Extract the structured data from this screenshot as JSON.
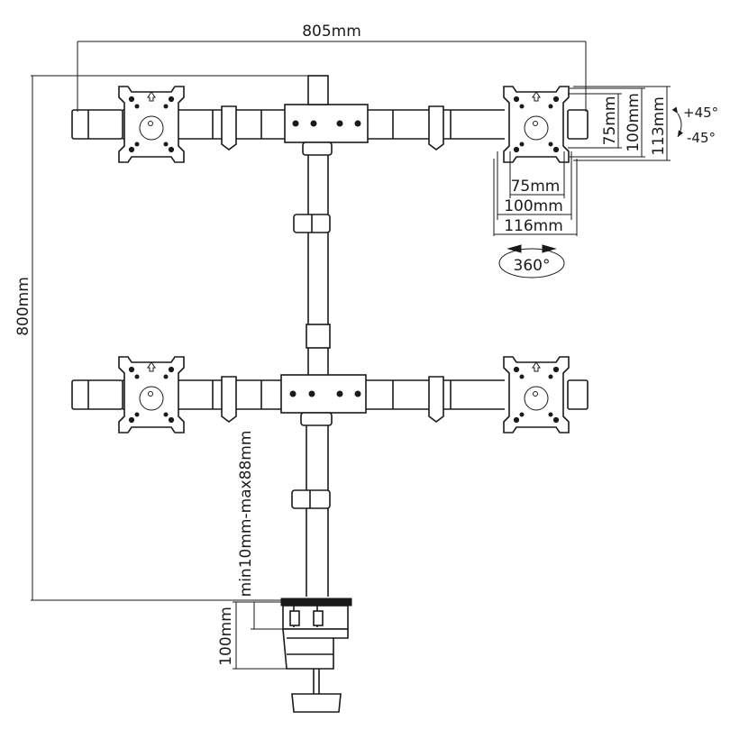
{
  "dimensions": {
    "overall_width": "805mm",
    "overall_height": "800mm",
    "clamp_range": "min10mm-max88mm",
    "clamp_height": "100mm",
    "vesa_h_75": "75mm",
    "vesa_h_100": "100mm",
    "plate_width": "116mm",
    "vesa_v_75": "75mm",
    "vesa_v_100": "100mm",
    "plate_height": "113mm"
  },
  "rotation": {
    "tilt_up": "+45°",
    "tilt_down": "-45°",
    "swivel": "360°"
  }
}
